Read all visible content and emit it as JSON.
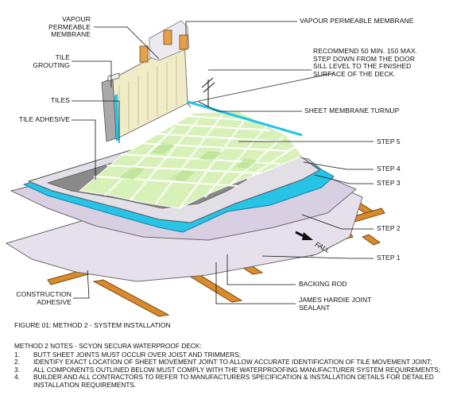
{
  "labels": {
    "vapour_left": [
      "VAPOUR",
      "PERMEABLE",
      "MEMBRANE"
    ],
    "tile_grouting": [
      "TILE",
      "GROUTING"
    ],
    "tiles": "TILES",
    "tile_adhesive": "TILE ADHESIVE",
    "construction_adhesive": [
      "CONSTRUCTION",
      "ADHESIVE"
    ],
    "vapour_right": "VAPOUR PERMEABLE MEMBRANE",
    "recommend": [
      "RECOMMEND 50 MIN. 150 MAX.",
      "STEP DOWN FROM THE DOOR",
      "SILL LEVEL TO THE FINISHED",
      "SURFACE OF THE DECK."
    ],
    "sheet_turnup": "SHEET MEMBRANE TURNUP",
    "step5": "STEP 5",
    "step4": "STEP 4",
    "step3": "STEP 3",
    "step2": "STEP 2",
    "step1": "STEP 1",
    "backing_rod": "BACKING ROD",
    "sealant": [
      "JAMES HARDIE JOINT",
      "SEALANT"
    ],
    "fall": "FALL"
  },
  "caption": "FIGURE 01: METHOD 2 - SYSTEM INSTALLATION",
  "notes": {
    "title": "METHOD 2 NOTES - SCYON SECURA WATERPROOF DECK:",
    "items": [
      {
        "num": "1.",
        "text": "BUTT SHEET JOINTS MUST OCCUR OVER JOIST AND TRIMMERS;"
      },
      {
        "num": "2.",
        "text": "IDENTIFY EXACT LOCATION OF SHEET MOVEMENT JOINT TO ALLOW ACCURATE    IDENTIFICATION OF TILE MOVEMENT JOINT;"
      },
      {
        "num": "3.",
        "text": "ALL COMPONENTS OUTLINED BELOW MUST COMPLY WITH THE WATERPROOFING MANUFACTURER SYSTEM REQUIREMENTS;"
      },
      {
        "num": "4.",
        "text": "BUILDER AND ALL CONTRACTORS TO REFER TO MANUFACTURERS SPECIFICATION & INSTALLATION DETAILS FOR DETAILED INSTALLATION REQUIREMENTS."
      }
    ]
  },
  "colors": {
    "tile": "#d8f1b8",
    "tile_dark": "#b7e08f",
    "grout": "#ffffff",
    "membrane_cyan": "#27c4e8",
    "adhesive_grey": "#8a8a8a",
    "deck_sheet": "#d8cfe3",
    "joist": "#d98a2c",
    "wall_cladding": "#f1ecc8"
  }
}
